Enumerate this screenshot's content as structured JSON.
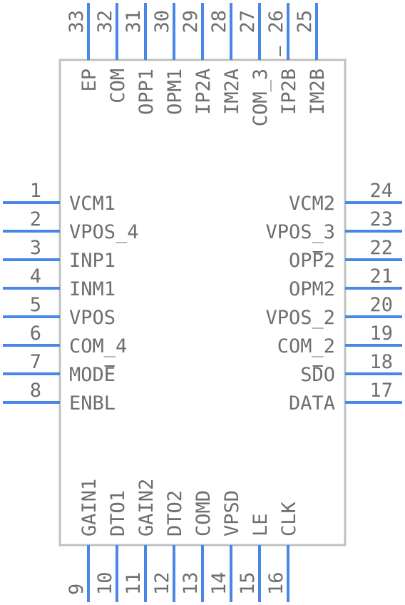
{
  "component": {
    "body_color": "#c0c0c0",
    "pin_color": "#4a86e8",
    "text_color": "#6e6e6e"
  },
  "pins_left": [
    {
      "num": "1",
      "label": "VCM1"
    },
    {
      "num": "2",
      "label": "VPOS_4"
    },
    {
      "num": "3",
      "label": "INP1"
    },
    {
      "num": "4",
      "label": "INM1"
    },
    {
      "num": "5",
      "label": "VPOS"
    },
    {
      "num": "6",
      "label": "COM_4"
    },
    {
      "num": "7",
      "label": "MODE",
      "overbar": "E"
    },
    {
      "num": "8",
      "label": "ENBL"
    }
  ],
  "pins_bottom": [
    {
      "num": "9",
      "label": "GAIN1"
    },
    {
      "num": "10",
      "label": "DTO1"
    },
    {
      "num": "11",
      "label": "GAIN2"
    },
    {
      "num": "12",
      "label": "DTO2"
    },
    {
      "num": "13",
      "label": "COMD"
    },
    {
      "num": "14",
      "label": "VPSD"
    },
    {
      "num": "15",
      "label": "LE"
    },
    {
      "num": "16",
      "label": "CLK"
    }
  ],
  "pins_right": [
    {
      "num": "17",
      "label": "DATA"
    },
    {
      "num": "18",
      "label": "SDO",
      "overbar": "D"
    },
    {
      "num": "19",
      "label": "COM_2"
    },
    {
      "num": "20",
      "label": "VPOS_2"
    },
    {
      "num": "21",
      "label": "OPM2"
    },
    {
      "num": "22",
      "label": "OPP2",
      "overbar": "P"
    },
    {
      "num": "23",
      "label": "VPOS_3"
    },
    {
      "num": "24",
      "label": "VCM2"
    }
  ],
  "pins_top": [
    {
      "num": "25",
      "label": "IM2B"
    },
    {
      "num": "26",
      "label": "IP2B",
      "overbar": "2"
    },
    {
      "num": "27",
      "label": "COM_3"
    },
    {
      "num": "28",
      "label": "IM2A"
    },
    {
      "num": "29",
      "label": "IP2A"
    },
    {
      "num": "30",
      "label": "OPM1"
    },
    {
      "num": "31",
      "label": "OPP1"
    },
    {
      "num": "32",
      "label": "COM"
    },
    {
      "num": "33",
      "label": "EP"
    }
  ]
}
